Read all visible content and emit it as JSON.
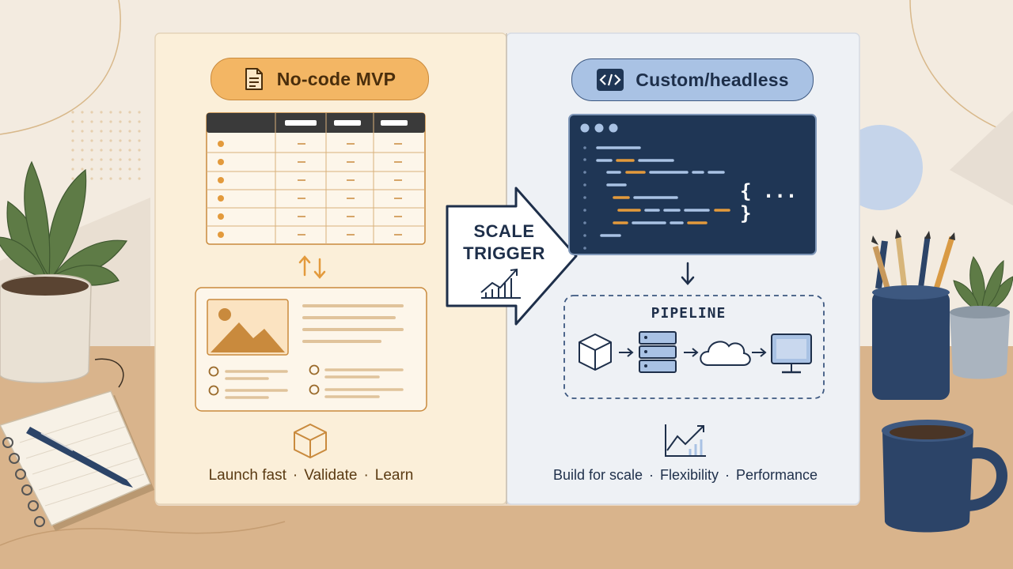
{
  "left_panel": {
    "badge": {
      "icon": "document-icon",
      "label": "No-code MVP"
    },
    "caption": [
      "Launch fast",
      "Validate",
      "Learn"
    ],
    "colors": {
      "panel": "#fbefd9",
      "badge": "#f3b664",
      "accent": "#e39a3c",
      "border": "#c98a3d",
      "text": "#6a4416"
    }
  },
  "scale_trigger": {
    "lines": [
      "SCALE",
      "TRIGGER"
    ],
    "icon": "growth-chart-icon"
  },
  "right_panel": {
    "badge": {
      "icon": "code-icon",
      "label": "Custom/headless"
    },
    "code_editor": {
      "snippet": "{ ... }"
    },
    "pipeline": {
      "title": "PIPELINE",
      "steps": [
        "cube-icon",
        "server-icon",
        "cloud-icon",
        "monitor-icon"
      ]
    },
    "caption": [
      "Build for scale",
      "Flexibility",
      "Performance"
    ],
    "colors": {
      "panel": "#eef1f5",
      "badge": "#a9c2e4",
      "editor": "#1f3655",
      "text": "#1e2f4a"
    }
  },
  "scene": {
    "colors": {
      "wall": "#f3ebe0",
      "desk": "#d9b48c",
      "navy": "#2c4468"
    }
  }
}
